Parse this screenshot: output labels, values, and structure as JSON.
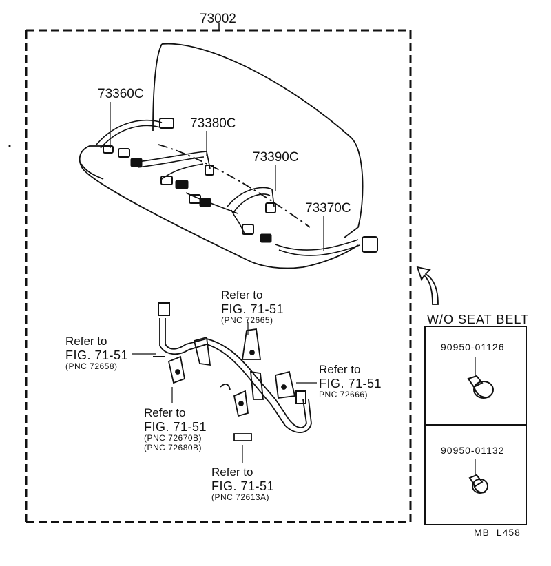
{
  "main_assembly": {
    "number": "73002",
    "parts": [
      {
        "number": "73360C"
      },
      {
        "number": "73380C"
      },
      {
        "number": "73390C"
      },
      {
        "number": "73370C"
      }
    ]
  },
  "references": [
    {
      "refer": "Refer to",
      "fig": "FIG. 71-51",
      "pnc": [
        "(PNC 72665)"
      ]
    },
    {
      "refer": "Refer to",
      "fig": "FIG. 71-51",
      "pnc": [
        "(PNC 72658)"
      ]
    },
    {
      "refer": "Refer to",
      "fig": "FIG. 71-51",
      "pnc": [
        "PNC 72666)"
      ]
    },
    {
      "refer": "Refer to",
      "fig": "FIG. 71-51",
      "pnc": [
        "(PNC 72670B)",
        "(PNC 72680B)"
      ]
    },
    {
      "refer": "Refer to",
      "fig": "FIG. 71-51",
      "pnc": [
        "(PNC 72613A)"
      ]
    }
  ],
  "variant_box": {
    "title": "W/O SEAT BELT",
    "items": [
      {
        "part_number": "90950-01126"
      },
      {
        "part_number": "90950-01132"
      }
    ]
  },
  "footer_code": "MB  L458"
}
